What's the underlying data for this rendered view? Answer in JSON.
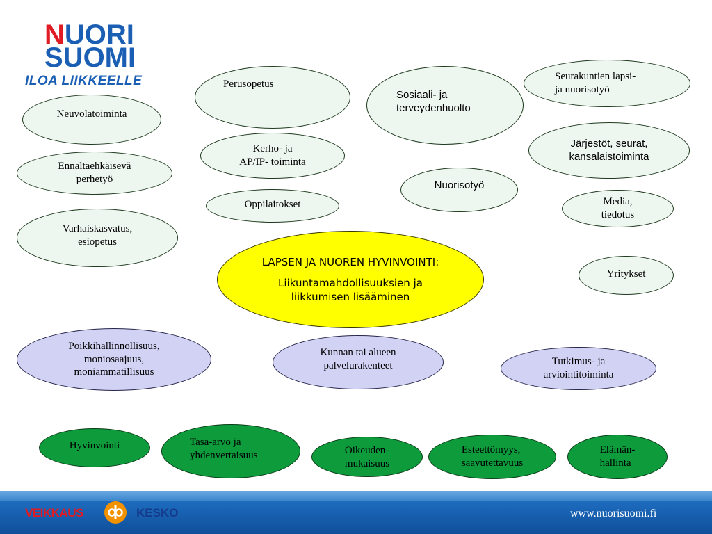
{
  "logo": {
    "line1_a": "N",
    "line1_b": "UORI",
    "line2": "SUOMI",
    "tagline": "ILOA LIIKKEELLE"
  },
  "colors": {
    "center_fill": "#ffff00",
    "light_fill": "#eef6f0",
    "lavender_fill": "#d2d2f5",
    "green_fill": "#0e9b3c",
    "logo_red": "#e01b24",
    "logo_blue": "#1a5fb4"
  },
  "center": {
    "title": "LAPSEN JA NUOREN HYVINVOINTI:",
    "subtitle": "Liikuntamahdollisuuksien ja liikkumisen lisääminen"
  },
  "nodes": {
    "perusopetus": [
      "Perusopetus"
    ],
    "sosiaali": [
      "Sosiaali- ja",
      "terveydenhuolto"
    ],
    "seurakuntien": [
      "Seurakuntien lapsi-",
      "ja nuorisotyö"
    ],
    "neuvola": [
      "Neuvolatoiminta"
    ],
    "kerho": [
      "Kerho- ja",
      "AP/IP- toiminta"
    ],
    "jarjestot": [
      "Järjestöt, seurat,",
      "kansalaistoiminta"
    ],
    "ennalta": [
      "Ennaltaehkäisevä",
      "perhetyö"
    ],
    "nuorisotyo": [
      "Nuorisotyö"
    ],
    "oppilaitokset": [
      "Oppilaitokset"
    ],
    "media": [
      "Media,",
      "tiedotus"
    ],
    "varhais": [
      "Varhaiskasvatus,",
      "esiopetus"
    ],
    "yritykset": [
      "Yritykset"
    ],
    "poikki": [
      "Poikkihallinnollisuus,",
      "moniosaajuus,",
      "moniammatillisuus"
    ],
    "kunnan": [
      "Kunnan tai alueen",
      "palvelurakenteet"
    ],
    "tutkimus": [
      "Tutkimus- ja",
      "arviointitoiminta"
    ],
    "hyvinvointi": [
      "Hyvinvointi"
    ],
    "tasa": [
      "Tasa-arvo ja",
      "yhdenvertaisuus"
    ],
    "oikeuden": [
      "Oikeuden-",
      "mukaisuus"
    ],
    "esteet": [
      "Esteettömyys,",
      "saavutettavuus"
    ],
    "elaman": [
      "Elämän-",
      "hallinta"
    ]
  },
  "footer": {
    "veikkaus": "VEIKKAUS",
    "kesko": "KESKO",
    "url": "www.nuorisuomi.fi"
  }
}
